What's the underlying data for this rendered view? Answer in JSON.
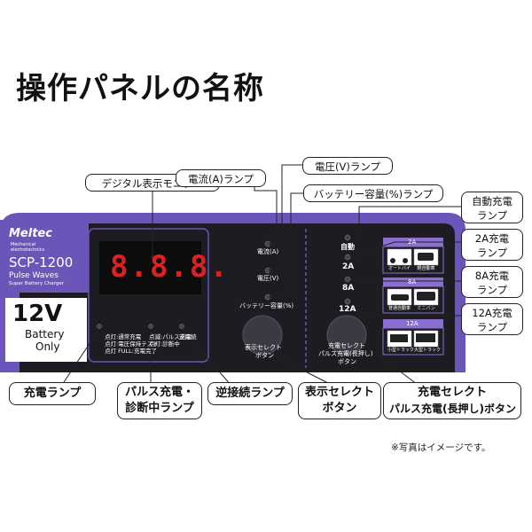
{
  "title": "操作パネルの名称",
  "note": "※写真はイメージです。",
  "panel": {
    "brand": "Meltec",
    "brand_sub1": "Mechanical",
    "brand_sub2": "electrotechnics",
    "model": "SCP-1200",
    "subtitle": "Pulse Waves",
    "subtitle2": "Super Battery Charger",
    "voltage": "12V",
    "battery_line1": "Battery",
    "battery_line2": "Only",
    "display_digits": "8.8.8.",
    "charge_lamp_text1": "点灯:通常充電",
    "charge_lamp_text2": "点灯:電圧保持テスト",
    "charge_lamp_text3": "点灯 FULL:充電完了",
    "pulse_lamp_text1": "点滅:パルス充電",
    "pulse_lamp_text2": "点灯:診断中",
    "reverse_lamp_text": "逆接続",
    "current_label": "電流(A)",
    "voltage_label": "電圧(V)",
    "capacity_label": "バッテリー容量(%)",
    "display_button_line1": "表示セレクト",
    "display_button_line2": "ボタン",
    "charge_button_line1": "充電セレクト",
    "charge_button_line2": "パルス充電(長押し)",
    "charge_button_line3": "ボタン",
    "auto": "自動",
    "a2": "2A",
    "a8": "8A",
    "a12": "12A",
    "band_2a": "2A",
    "band_8a": "8A",
    "band_12a": "12A",
    "icon_bike": "オートバイ",
    "icon_kei": "軽自動車",
    "icon_car": "普通自動車",
    "icon_minivan": "ミニバン",
    "icon_small_truck": "小型トラック",
    "icon_large_truck": "大型トラック"
  },
  "callouts": {
    "digital_display": "デジタル表示モニター",
    "current_lamp": "電流(A)ランプ",
    "voltage_lamp": "電圧(V)ランプ",
    "capacity_lamp": "バッテリー容量(%)ランプ",
    "auto_lamp_line1": "自動充電",
    "auto_lamp_line2": "ランプ",
    "lamp_2a_line1": "2A充電",
    "lamp_2a_line2": "ランプ",
    "lamp_8a_line1": "8A充電",
    "lamp_8a_line2": "ランプ",
    "lamp_12a_line1": "12A充電",
    "lamp_12a_line2": "ランプ",
    "charge_lamp": "充電ランプ",
    "pulse_lamp_line1": "パルス充電・",
    "pulse_lamp_line2": "診断中ランプ",
    "reverse_lamp": "逆接続ランプ",
    "display_select_line1": "表示セレクト",
    "display_select_line2": "ボタン",
    "charge_select_line1": "充電セレクト",
    "charge_select_line2": "パルス充電(長押し)ボタン"
  },
  "colors": {
    "panel_body": "#1c1c22",
    "panel_purple": "#6b55b8",
    "led_red": "#e02020",
    "band_purple": "#8a6fd0"
  }
}
